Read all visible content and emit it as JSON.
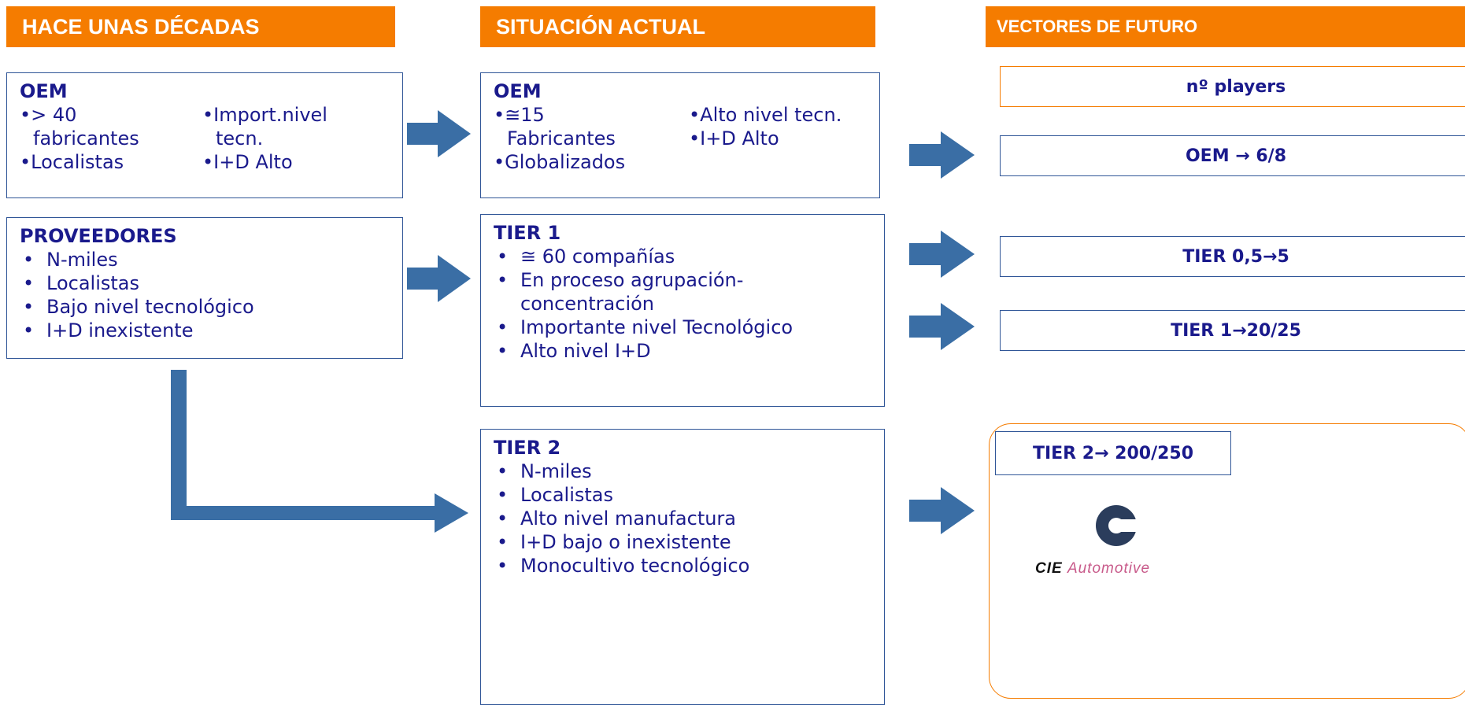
{
  "headers": {
    "col1": "HACE UNAS DÉCADAS",
    "col2": "SITUACIÓN ACTUAL",
    "col3": "VECTORES DE FUTURO"
  },
  "past": {
    "oem": {
      "title": "OEM",
      "left": [
        "•> 40",
        "fabricantes",
        "•Localistas"
      ],
      "right": [
        "•Import.nivel",
        "tecn.",
        "•I+D Alto"
      ]
    },
    "suppliers": {
      "title": "PROVEEDORES",
      "items": [
        "N-miles",
        "Localistas",
        "Bajo nivel tecnológico",
        "I+D inexistente"
      ]
    }
  },
  "current": {
    "oem": {
      "title": "OEM",
      "left": [
        "•≅15",
        "Fabricantes",
        "•Globalizados"
      ],
      "right": [
        "•Alto nivel tecn.",
        "•I+D Alto"
      ]
    },
    "tier1": {
      "title": "TIER 1",
      "items": [
        "≅ 60 compañías",
        "En proceso agrupación-concentración",
        "Importante nivel Tecnológico",
        "Alto nivel I+D"
      ]
    },
    "tier2": {
      "title": "TIER 2",
      "items": [
        "N-miles",
        "Localistas",
        "Alto nivel manufactura",
        "I+D bajo o inexistente",
        "Monocultivo tecnológico"
      ]
    }
  },
  "future": {
    "players": "nº players",
    "oem": "OEM → 6/8",
    "tier05": "TIER 0,5→5",
    "tier1": "TIER 1→20/25",
    "tier2": "TIER 2→ 200/250"
  },
  "logo": {
    "brand": "CIE",
    "name": "Automotive"
  },
  "colors": {
    "header": "#f57c00",
    "arrow": "#3a6ea5",
    "border": "#2f5597",
    "text": "#1a1a8c"
  }
}
